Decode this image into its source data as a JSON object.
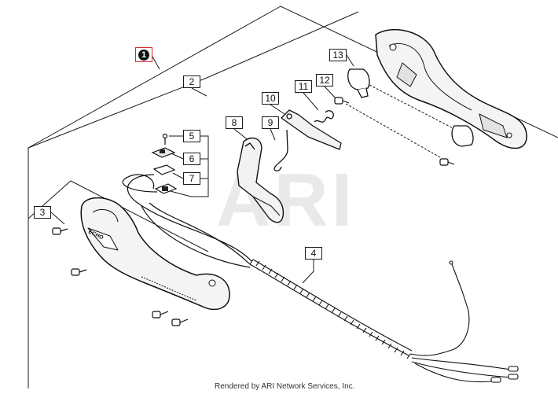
{
  "diagram": {
    "watermark": "ARI",
    "credit": "Rendered by ARI Network Services, Inc.",
    "callouts": {
      "c1": "1",
      "c2": "2",
      "c3": "3",
      "c4": "4",
      "c5": "5",
      "c6": "6",
      "c7": "7",
      "c8": "8",
      "c9": "9",
      "c10": "10",
      "c11": "11",
      "c12": "12",
      "c13": "13"
    },
    "handle_label": "ECHO"
  },
  "colors": {
    "line": "#1a1a1a",
    "callout_highlight": "#d9262c",
    "watermark": "#e9e9e9"
  }
}
